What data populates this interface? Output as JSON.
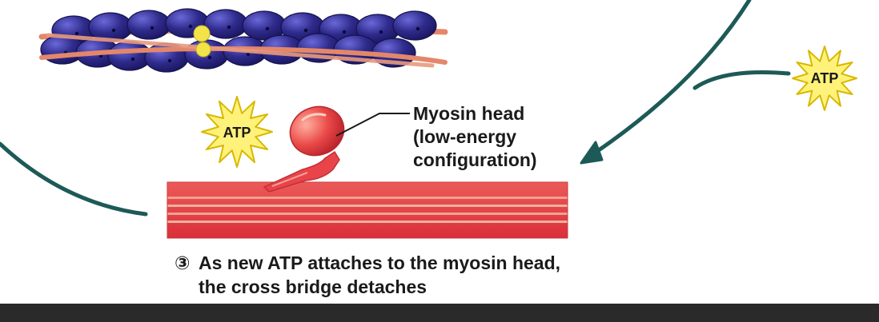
{
  "labels": {
    "myosin_head": [
      "Myosin head",
      "(low-energy",
      "configuration)"
    ],
    "atp_left": "ATP",
    "atp_right": "ATP"
  },
  "caption": {
    "step_number": "③",
    "line1": "As new ATP attaches to the myosin head,",
    "line2": "the cross bridge detaches"
  },
  "colors": {
    "actin_bead": "#2e2a8a",
    "actin_strand": "#e3876a",
    "troponin": "#f2e34a",
    "thick_filament": "#e8444a",
    "myosin_head": "#e84a4a",
    "atp_burst": "#fff27a",
    "arrow": "#1d5a57",
    "bottom_bar": "#2a2a2a"
  }
}
